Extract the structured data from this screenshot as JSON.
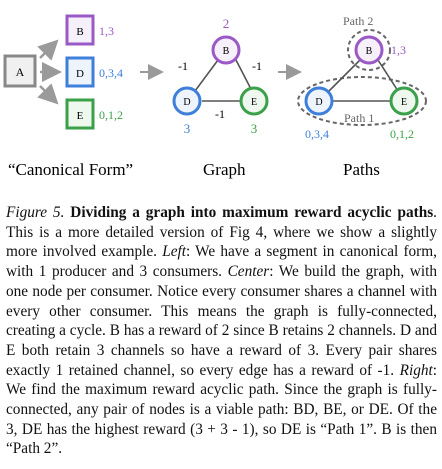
{
  "figure": {
    "left_panel": {
      "producer": "A",
      "consumers": [
        {
          "name": "B",
          "label": "1,3",
          "color": "#9b59c5"
        },
        {
          "name": "D",
          "label": "0,3,4",
          "color": "#3d7fd9"
        },
        {
          "name": "E",
          "label": "0,1,2",
          "color": "#3aa04a"
        }
      ],
      "caption": "“Canonical Form”"
    },
    "center_panel": {
      "nodes": [
        {
          "name": "B",
          "reward": "2"
        },
        {
          "name": "D",
          "reward": "3"
        },
        {
          "name": "E",
          "reward": "3"
        }
      ],
      "edge_labels": {
        "bd": "-1",
        "be": "-1",
        "de": "-1"
      },
      "caption": "Graph"
    },
    "right_panel": {
      "nodes": [
        {
          "name": "B",
          "label": "1,3"
        },
        {
          "name": "D",
          "label": "0,3,4"
        },
        {
          "name": "E",
          "label": "0,1,2"
        }
      ],
      "path_labels": {
        "path2": "Path 2",
        "path1": "Path 1"
      },
      "caption": "Paths"
    },
    "colors": {
      "producer": "#888888",
      "b": "#9b59c5",
      "d": "#3d7fd9",
      "e": "#3aa04a",
      "edge": "#555555",
      "arrow": "#9a9a9a",
      "path_outline": "#666666"
    }
  },
  "caption": {
    "label": "Figure 5.",
    "title": "Dividing a graph into maximum reward acyclic paths",
    "s1": ". This is a more detailed version of Fig 4, where we show a slightly more involved example. ",
    "left": "Left",
    "s2": ": We have a segment in canonical form, with 1 producer and 3 consumers. ",
    "center": "Center",
    "s3": ": We build the graph, with one node per consumer. Notice every consumer shares a channel with every other consumer. This means the graph is fully-connected, creating a cycle. B has a reward of 2 since B retains 2 channels. D and E both retain 3 channels so have a reward of 3. Every pair shares exactly 1 retained channel, so every edge has a reward of -1. ",
    "right": "Right",
    "s4": ": We find the maximum reward acyclic path. Since the graph is fully-connected, any pair of nodes is a viable path: BD, BE, or DE. Of the 3, DE has the highest reward (3 + 3 - 1), so DE is “Path 1”. B is then “Path 2”."
  }
}
